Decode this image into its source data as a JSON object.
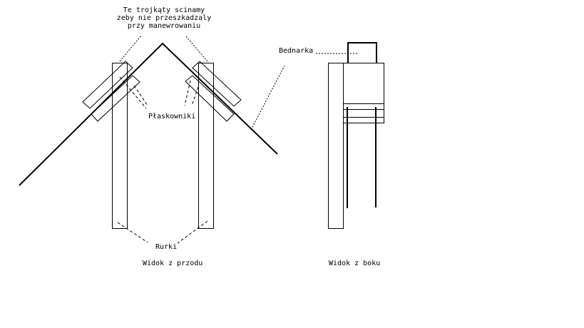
{
  "annotation": {
    "lines": [
      "Te trojkąty scinamy",
      "zeby nie przeszkadzaly",
      "przy manewrowaniu"
    ]
  },
  "labels": {
    "flat_bars": "Płaskowniki",
    "tubes": "Rurki",
    "strap": "Bednarka",
    "front_view": "Widok z przodu",
    "side_view": "Widok z boku"
  }
}
